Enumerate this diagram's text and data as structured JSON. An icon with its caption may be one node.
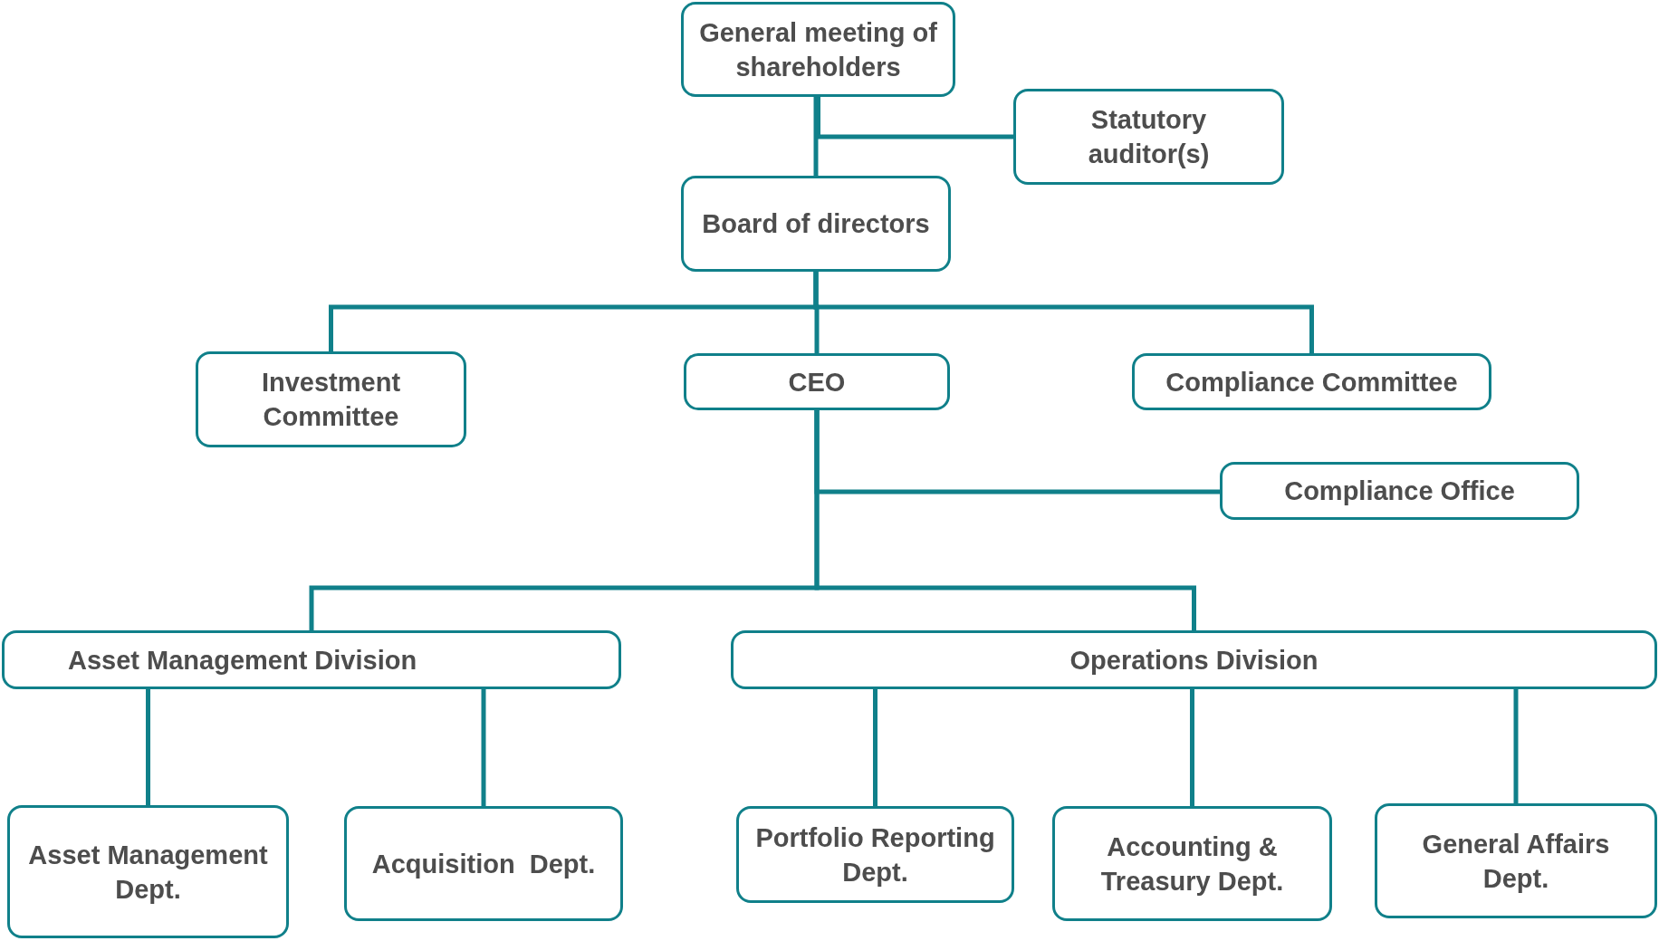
{
  "diagram": {
    "nodes": [
      {
        "text": [
          "General meeting of shareholders"
        ]
      },
      {
        "text": [
          "Statutory auditor(s)"
        ]
      },
      {
        "text": [
          "Board of directors"
        ]
      },
      {
        "text": [
          "Investment Committee"
        ]
      },
      {
        "text": [
          "CEO"
        ]
      },
      {
        "text": [
          "Compliance Committee"
        ]
      },
      {
        "text": [
          "Compliance Office"
        ]
      },
      {
        "text": [
          "Asset Management Division"
        ]
      },
      {
        "text": [
          "Operations Division"
        ]
      },
      {
        "text": [
          "Asset Management Dept."
        ]
      },
      {
        "text": [
          "Acquisition  Dept."
        ]
      },
      {
        "text": [
          "Portfolio Reporting Dept."
        ]
      },
      {
        "text": [
          "Accounting & Treasury Dept."
        ]
      },
      {
        "text": [
          "General Affairs Dept."
        ]
      }
    ],
    "edges": [
      {
        "from": 0,
        "to": 1,
        "arrow": "none"
      },
      {
        "from": 0,
        "to": 2,
        "arrow": "none"
      },
      {
        "from": 2,
        "to": 3,
        "arrow": "none"
      },
      {
        "from": 2,
        "to": 4,
        "arrow": "none"
      },
      {
        "from": 2,
        "to": 5,
        "arrow": "none"
      },
      {
        "from": 4,
        "to": 6,
        "arrow": "none"
      },
      {
        "from": 4,
        "to": 7,
        "arrow": "none"
      },
      {
        "from": 4,
        "to": 8,
        "arrow": "none"
      },
      {
        "from": 7,
        "to": 9,
        "arrow": "none"
      },
      {
        "from": 7,
        "to": 10,
        "arrow": "none"
      },
      {
        "from": 8,
        "to": 11,
        "arrow": "none"
      },
      {
        "from": 8,
        "to": 12,
        "arrow": "none"
      },
      {
        "from": 8,
        "to": 13,
        "arrow": "none"
      }
    ]
  }
}
